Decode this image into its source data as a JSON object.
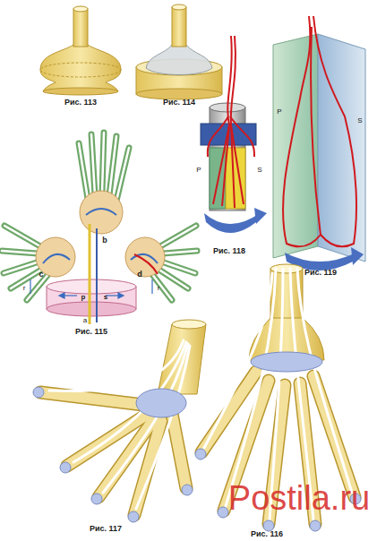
{
  "diagram": {
    "labels": [
      "Рис. 113",
      "Рис. 114",
      "P",
      "S",
      "P",
      "S",
      "Рис. 118",
      "Рис. 119",
      "b",
      "c",
      "p",
      "s",
      "d",
      "r",
      "r",
      "a",
      "Рис. 115",
      "Рис. 117",
      "Рис. 116",
      "Postila.ru"
    ]
  }
}
